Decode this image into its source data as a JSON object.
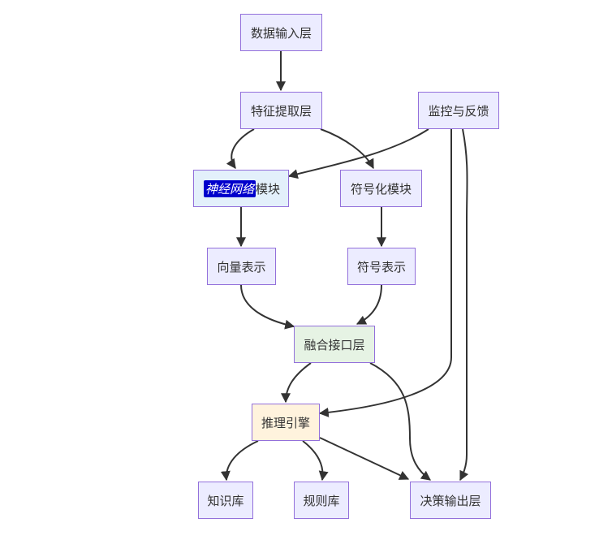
{
  "colors": {
    "node_fill_default": "#ECECFF",
    "node_fill_neural": "#E3F0FB",
    "node_fill_fusion": "#E6F3E4",
    "node_fill_reasoning": "#FFF3DD",
    "node_border": "#9370DB",
    "edge": "#333333",
    "highlight": "#0000CC"
  },
  "nodes": {
    "data_input": "数据输入层",
    "feature_extraction": "特征提取层",
    "monitor_feedback": "监控与反馈",
    "neural_highlight": "神经网络",
    "neural_suffix": "模块",
    "symbolic_module": "符号化模块",
    "vector_repr": "向量表示",
    "symbol_repr": "符号表示",
    "fusion_interface": "融合接口层",
    "reasoning_engine": "推理引擎",
    "knowledge_base": "知识库",
    "rule_base": "规则库",
    "decision_output": "决策输出层"
  }
}
